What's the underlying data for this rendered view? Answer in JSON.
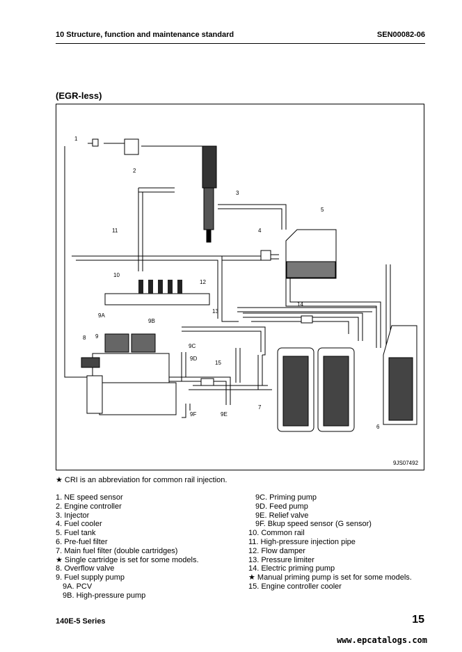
{
  "header": {
    "chapter": "10 Structure, function and maintenance standard",
    "code": "SEN00082-06"
  },
  "section_title": "(EGR-less)",
  "diagram": {
    "figure_id": "9JS07492",
    "labels": [
      "1",
      "2",
      "3",
      "4",
      "5",
      "6",
      "7",
      "8",
      "9",
      "9A",
      "9B",
      "9C",
      "9D",
      "9E",
      "9F",
      "10",
      "11",
      "12",
      "13",
      "14",
      "15"
    ]
  },
  "note": "★   CRI is an abbreviation for common rail injection.",
  "legend_left": [
    "1. NE speed sensor",
    "2. Engine controller",
    "3. Injector",
    "4. Fuel cooler",
    "5. Fuel tank",
    "6. Pre-fuel filter",
    "7. Main fuel filter (double cartridges)",
    "★    Single cartridge is set for some models.",
    "8. Overflow valve",
    "9. Fuel supply pump",
    "9A. PCV",
    "9B. High-pressure pump"
  ],
  "legend_right": [
    "9C. Priming pump",
    "9D. Feed pump",
    "9E. Relief valve",
    "9F. Bkup speed sensor (G sensor)",
    "10. Common rail",
    "11. High-pressure injection pipe",
    "12. Flow damper",
    "13. Pressure limiter",
    "14. Electric priming pump",
    "★    Manual priming pump is set for some models.",
    "15. Engine controller cooler"
  ],
  "footer": {
    "series": "140E-5 Series",
    "page": "15",
    "url": "www.epcatalogs.com"
  }
}
